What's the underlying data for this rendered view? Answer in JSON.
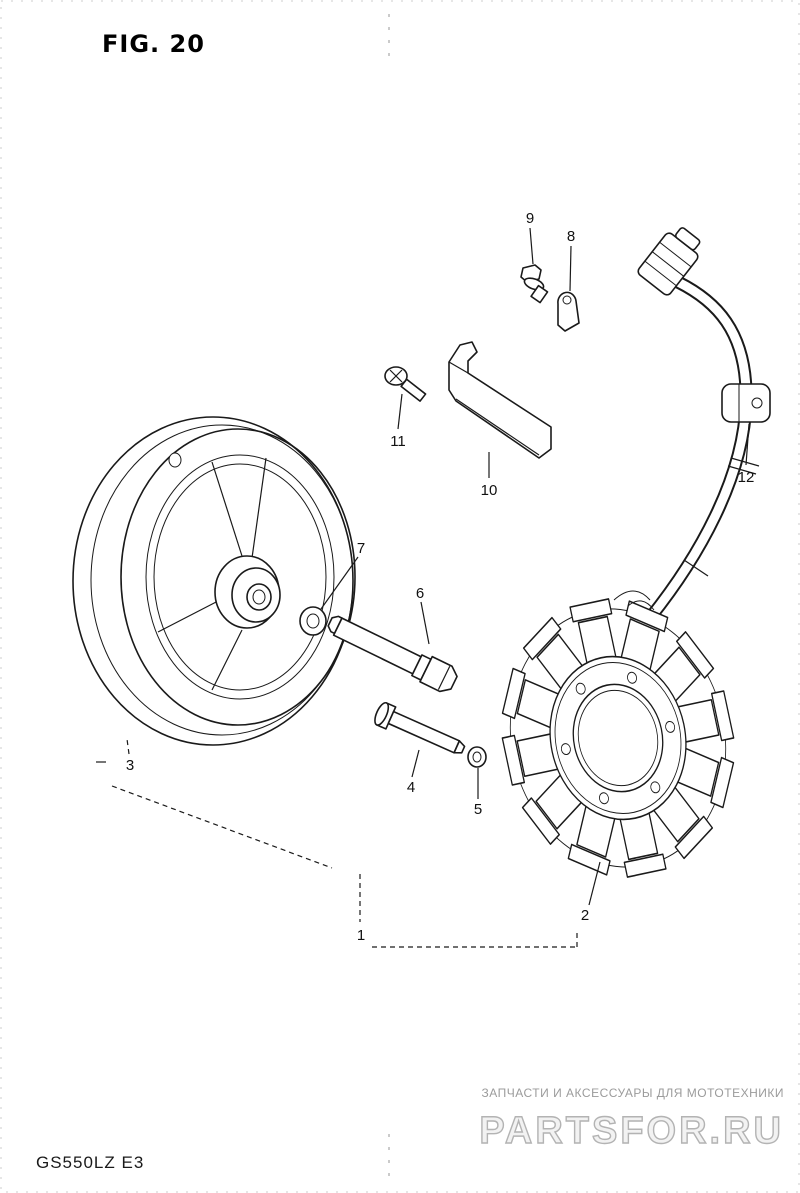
{
  "page": {
    "figure_title": "FIG. 20",
    "model_code": "GS550LZ E3"
  },
  "watermark": {
    "tagline": "ЗАПЧАСТИ И АКСЕССУАРЫ ДЛЯ МОТОТЕХНИКИ",
    "logo_text": "PARTSFOR.RU"
  },
  "diagram": {
    "type": "exploded-parts-diagram",
    "callouts": [
      {
        "ref": "1"
      },
      {
        "ref": "2"
      },
      {
        "ref": "3"
      },
      {
        "ref": "4"
      },
      {
        "ref": "5"
      },
      {
        "ref": "6"
      },
      {
        "ref": "7"
      },
      {
        "ref": "8"
      },
      {
        "ref": "9"
      },
      {
        "ref": "10"
      },
      {
        "ref": "11"
      },
      {
        "ref": "12"
      }
    ]
  }
}
